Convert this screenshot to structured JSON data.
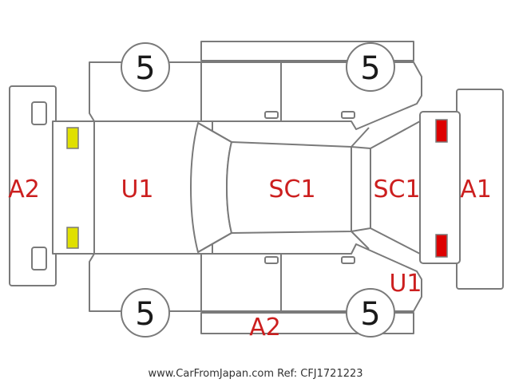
{
  "diagram": {
    "labels": {
      "rear_bumper": "A2",
      "rear_panel": "U1",
      "roof": "SC1",
      "hood": "SC1",
      "front_bumper": "A1",
      "front_right_fender": "U1",
      "right_side_rocker": "A2"
    },
    "tires": {
      "rear_left": "5",
      "front_left": "5",
      "rear_right": "5",
      "front_right": "5"
    },
    "markers": {
      "rear_lights_color": "#e0e000",
      "front_lights_color": "#dd0000"
    },
    "colors": {
      "damage_code": "#cc1f1f",
      "outline": "#7a7a7a"
    }
  },
  "footer": {
    "watermark": "www.CarFromJapan.com Ref: CFJ1721223"
  }
}
